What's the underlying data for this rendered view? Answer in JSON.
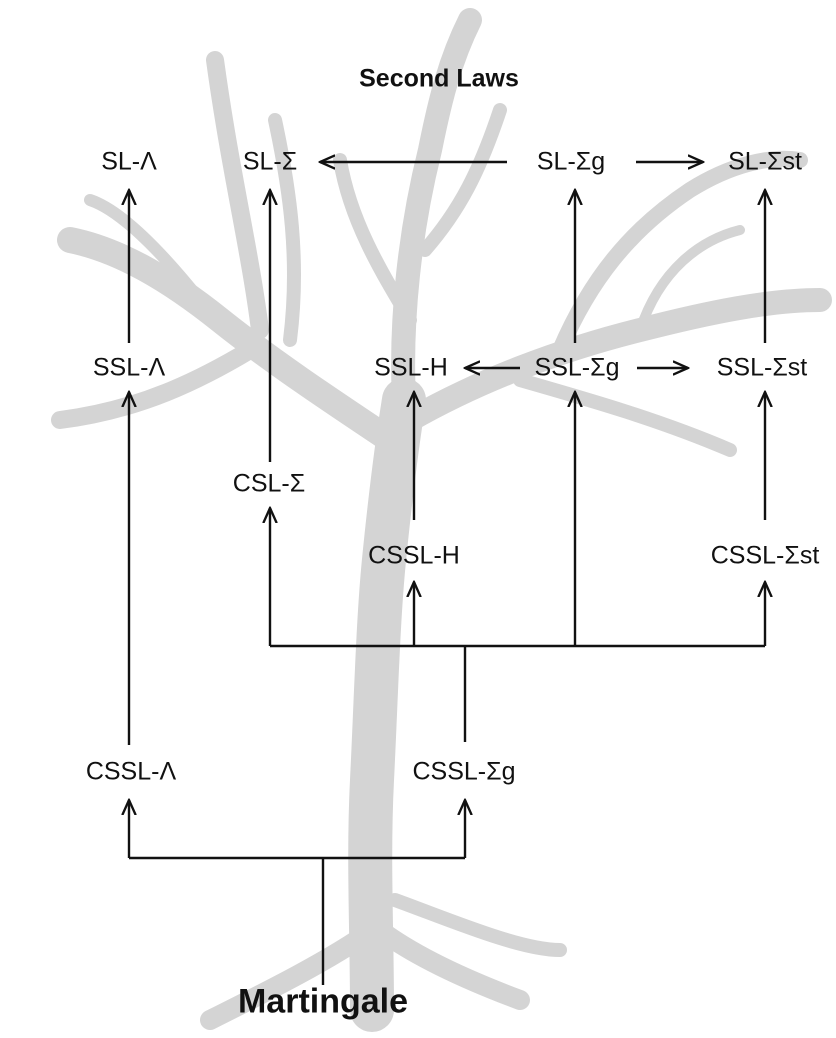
{
  "title": "Second Laws",
  "root": "Martingale",
  "nodes": {
    "sl_lambda": "SL-Λ",
    "sl_sigma": "SL-Σ",
    "sl_sigma_g": "SL-Σg",
    "sl_sigma_st": "SL-Σst",
    "ssl_lambda": "SSL-Λ",
    "ssl_h": "SSL-H",
    "ssl_sigma_g": "SSL-Σg",
    "ssl_sigma_st": "SSL-Σst",
    "csl_sigma": "CSL-Σ",
    "cssl_h": "CSSL-H",
    "cssl_sigma_st": "CSSL-Σst",
    "cssl_lambda": "CSSL-Λ",
    "cssl_sigma_g": "CSSL-Σg"
  },
  "edges": [
    {
      "from": "Martingale",
      "to": "CSSL-Λ"
    },
    {
      "from": "Martingale",
      "to": "CSSL-Σg"
    },
    {
      "from": "CSSL-Λ",
      "to": "SSL-Λ"
    },
    {
      "from": "SSL-Λ",
      "to": "SL-Λ"
    },
    {
      "from": "CSSL-Σg",
      "to": "CSL-Σ"
    },
    {
      "from": "CSSL-Σg",
      "to": "CSSL-H"
    },
    {
      "from": "CSSL-Σg",
      "to": "SSL-Σg"
    },
    {
      "from": "CSSL-Σg",
      "to": "CSSL-Σst"
    },
    {
      "from": "CSL-Σ",
      "to": "SL-Σ"
    },
    {
      "from": "CSSL-H",
      "to": "SSL-H"
    },
    {
      "from": "CSSL-Σst",
      "to": "SSL-Σst"
    },
    {
      "from": "SSL-Σg",
      "to": "SSL-H"
    },
    {
      "from": "SSL-Σg",
      "to": "SSL-Σst"
    },
    {
      "from": "SSL-Σg",
      "to": "SL-Σg"
    },
    {
      "from": "SSL-Σst",
      "to": "SL-Σst"
    },
    {
      "from": "SL-Σg",
      "to": "SL-Σ"
    },
    {
      "from": "SL-Σg",
      "to": "SL-Σst"
    }
  ],
  "colors": {
    "ink": "#111111",
    "tree": "#d4d4d4",
    "background": "#ffffff"
  }
}
